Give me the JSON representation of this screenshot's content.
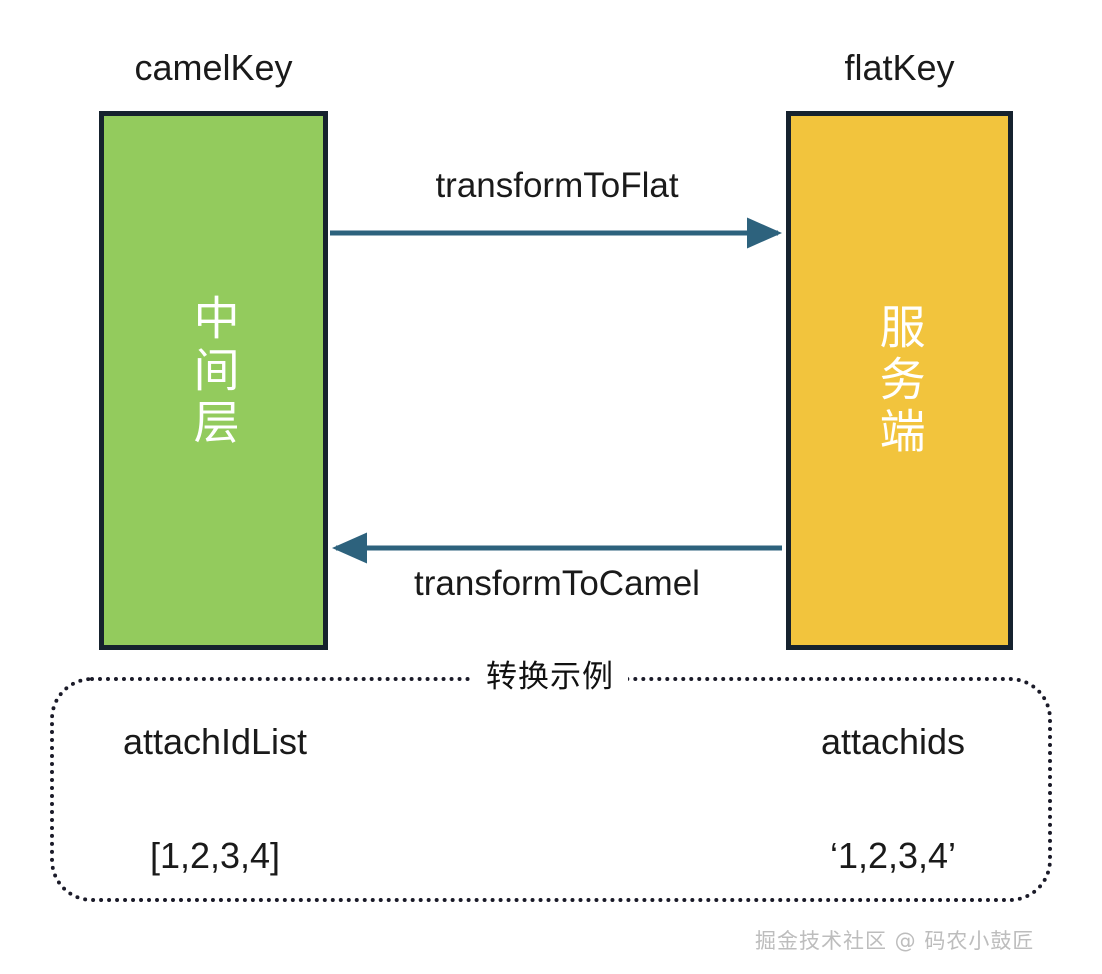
{
  "diagram": {
    "title_left": "camelKey",
    "title_right": "flatKey",
    "left_box": {
      "label": "中间层",
      "fill": "#93cb5d",
      "border": "#16222e",
      "text_color": "#ffffff"
    },
    "right_box": {
      "label": "服务端",
      "fill": "#f2c43d",
      "border": "#16222e",
      "text_color": "#ffffff"
    },
    "arrows": [
      {
        "label": "transformToFlat",
        "direction": "right",
        "color": "#2d627d"
      },
      {
        "label": "transformToCamel",
        "direction": "left",
        "color": "#2d627d"
      }
    ],
    "example": {
      "title": "转换示例",
      "border_color": "#1b1b29",
      "rows": [
        {
          "left": "attachIdList",
          "right": "attachids"
        },
        {
          "left": "[1,2,3,4]",
          "right": "‘1,2,3,4’"
        }
      ]
    },
    "watermark": "掘金技术社区 @ 码农小鼓匠"
  }
}
